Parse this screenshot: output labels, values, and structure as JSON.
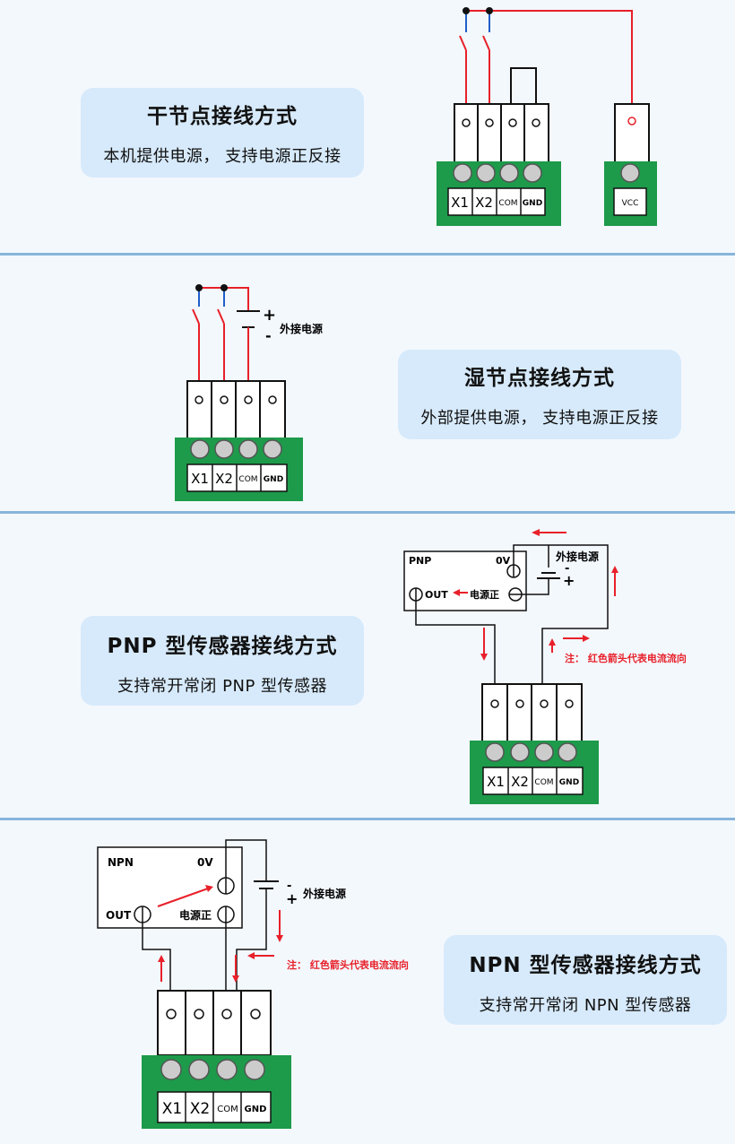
{
  "sections": [
    {
      "title": "干节点接线方式",
      "subtitle": "本机提供电源，  支持电源正反接"
    },
    {
      "title": "湿节点接线方式",
      "subtitle": "外部提供电源，  支持电源正反接",
      "supply_label": "外接电源",
      "plus": "+",
      "minus": "-"
    },
    {
      "title": "PNP 型传感器接线方式",
      "subtitle": "支持常开常闭 PNP 型传感器",
      "sensor_name": "PNP",
      "zero_v": "0V",
      "out": "OUT",
      "power_pos": "电源正",
      "supply_label": "外接电源",
      "plus": "+",
      "minus": "-",
      "note": "注：  红色箭头代表电流流向"
    },
    {
      "title": "NPN 型传感器接线方式",
      "subtitle": "支持常开常闭 NPN 型传感器",
      "sensor_name": "NPN",
      "zero_v": "0V",
      "out": "OUT",
      "power_pos": "电源正",
      "supply_label": "外接电源",
      "plus": "+",
      "minus": "-",
      "note": "注：  红色箭头代表电流流向"
    }
  ],
  "terminals": {
    "x1": "X1",
    "x2": "X2",
    "com": "COM",
    "gnd": "GND",
    "vcc": "VCC"
  },
  "colors": {
    "board_green": "#1d9a4a",
    "wire_red": "#e8202a",
    "wire_blue": "#1f5fc8",
    "wire_black": "#111111",
    "card_bg": "#d7eafb",
    "divider": "#88b4da"
  }
}
